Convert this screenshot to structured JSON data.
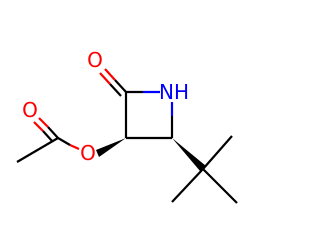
{
  "molecule": {
    "atoms": {
      "carbonyl_oxygen": {
        "label": "O",
        "color": "#ff0000"
      },
      "ring_nitrogen_h": {
        "label": "NH",
        "color": "#0000ff"
      },
      "ester_carbonyl_oxygen": {
        "label": "O",
        "color": "#ff0000"
      },
      "ester_oxygen": {
        "label": "O",
        "color": "#ff0000"
      }
    },
    "colors": {
      "bond": "#000000",
      "oxygen": "#ff0000",
      "nitrogen": "#0000ff"
    }
  }
}
